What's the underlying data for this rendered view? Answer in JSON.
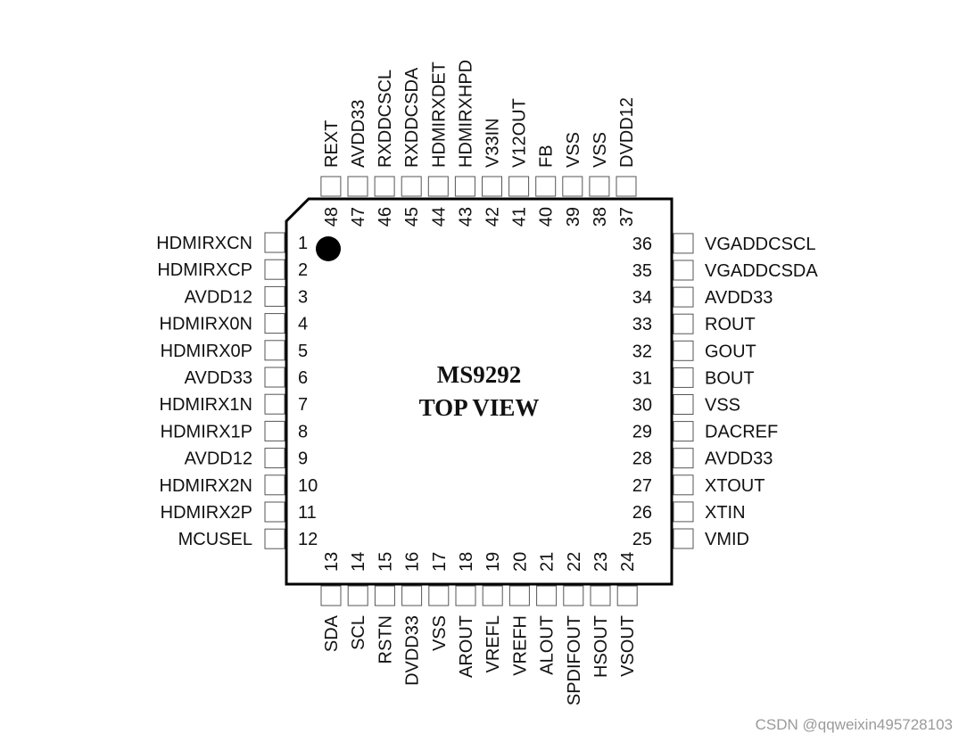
{
  "chip": {
    "name": "MS9292",
    "view": "TOP VIEW"
  },
  "pins": {
    "left": [
      {
        "num": "1",
        "name": "HDMIRXCN"
      },
      {
        "num": "2",
        "name": "HDMIRXCP"
      },
      {
        "num": "3",
        "name": "AVDD12"
      },
      {
        "num": "4",
        "name": "HDMIRX0N"
      },
      {
        "num": "5",
        "name": "HDMIRX0P"
      },
      {
        "num": "6",
        "name": "AVDD33"
      },
      {
        "num": "7",
        "name": "HDMIRX1N"
      },
      {
        "num": "8",
        "name": "HDMIRX1P"
      },
      {
        "num": "9",
        "name": "AVDD12"
      },
      {
        "num": "10",
        "name": "HDMIRX2N"
      },
      {
        "num": "11",
        "name": "HDMIRX2P"
      },
      {
        "num": "12",
        "name": "MCUSEL"
      }
    ],
    "bottom": [
      {
        "num": "13",
        "name": "SDA"
      },
      {
        "num": "14",
        "name": "SCL"
      },
      {
        "num": "15",
        "name": "RSTN"
      },
      {
        "num": "16",
        "name": "DVDD33"
      },
      {
        "num": "17",
        "name": "VSS"
      },
      {
        "num": "18",
        "name": "AROUT"
      },
      {
        "num": "19",
        "name": "VREFL"
      },
      {
        "num": "20",
        "name": "VREFH"
      },
      {
        "num": "21",
        "name": "ALOUT"
      },
      {
        "num": "22",
        "name": "SPDIFOUT"
      },
      {
        "num": "23",
        "name": "HSOUT"
      },
      {
        "num": "24",
        "name": "VSOUT"
      }
    ],
    "right": [
      {
        "num": "25",
        "name": "VMID"
      },
      {
        "num": "26",
        "name": "XTIN"
      },
      {
        "num": "27",
        "name": "XTOUT"
      },
      {
        "num": "28",
        "name": "AVDD33"
      },
      {
        "num": "29",
        "name": "DACREF"
      },
      {
        "num": "30",
        "name": "VSS"
      },
      {
        "num": "31",
        "name": "BOUT"
      },
      {
        "num": "32",
        "name": "GOUT"
      },
      {
        "num": "33",
        "name": "ROUT"
      },
      {
        "num": "34",
        "name": "AVDD33"
      },
      {
        "num": "35",
        "name": "VGADDCSDA"
      },
      {
        "num": "36",
        "name": "VGADDCSCL"
      }
    ],
    "top": [
      {
        "num": "37",
        "name": "DVDD12"
      },
      {
        "num": "38",
        "name": "VSS"
      },
      {
        "num": "39",
        "name": "VSS"
      },
      {
        "num": "40",
        "name": "FB"
      },
      {
        "num": "41",
        "name": "V12OUT"
      },
      {
        "num": "42",
        "name": "V33IN"
      },
      {
        "num": "43",
        "name": "HDMIRXHPD"
      },
      {
        "num": "44",
        "name": "HDMIRXDET"
      },
      {
        "num": "45",
        "name": "RXDDCSDA"
      },
      {
        "num": "46",
        "name": "RXDDCSCL"
      },
      {
        "num": "47",
        "name": "AVDD33"
      },
      {
        "num": "48",
        "name": "REXT"
      }
    ]
  },
  "watermark": "CSDN @qqweixin495728103"
}
